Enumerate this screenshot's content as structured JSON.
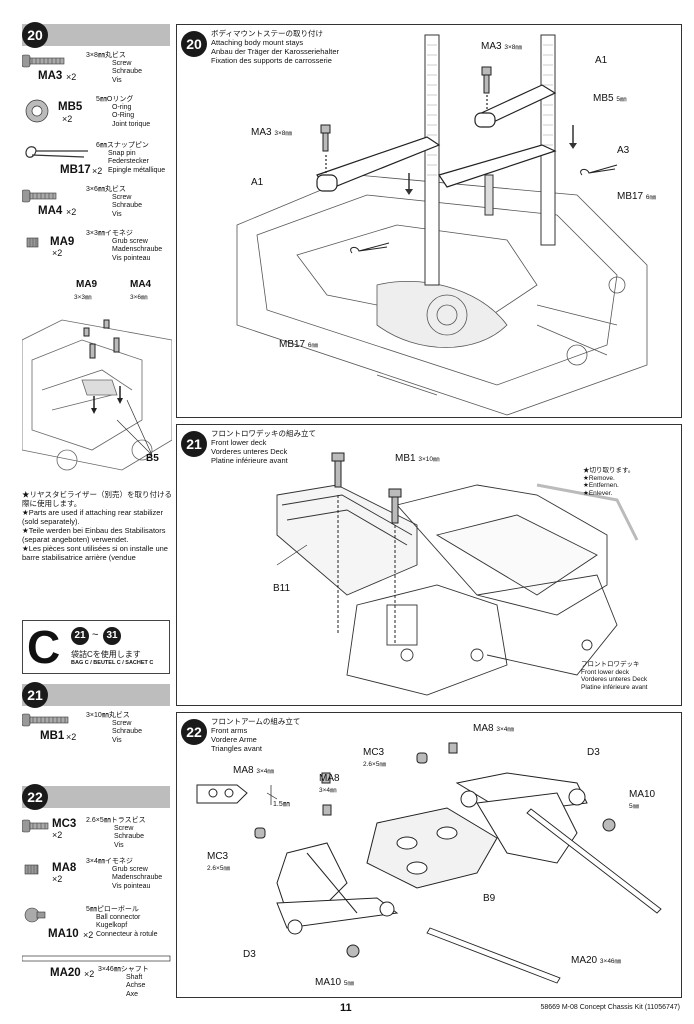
{
  "left": {
    "step20": {
      "num": "20",
      "parts": [
        {
          "code": "MA3",
          "qty": "×2",
          "desc": [
            "3×8㎜丸ビス",
            "Screw",
            "Schraube",
            "Vis"
          ],
          "icon": "screw-icon"
        },
        {
          "code": "MB5",
          "qty": "×2",
          "desc": [
            "5㎜Oリング",
            "O-ring",
            "O-Ring",
            "Joint torique"
          ],
          "icon": "o-ring-icon"
        },
        {
          "code": "MB17",
          "qty": "×2",
          "desc": [
            "6㎜スナップピン",
            "Snap pin",
            "Federstecker",
            "Epingle métallique"
          ],
          "icon": "snap-pin-icon"
        },
        {
          "code": "MA4",
          "qty": "×2",
          "desc": [
            "3×6㎜丸ビス",
            "Screw",
            "Schraube",
            "Vis"
          ],
          "icon": "screw-icon"
        },
        {
          "code": "MA9",
          "qty": "×2",
          "desc": [
            "3×3㎜イモネジ",
            "Grub screw",
            "Madenschraube",
            "Vis pointeau"
          ],
          "icon": "grub-screw-icon"
        }
      ],
      "diagram_labels": {
        "ma9": "MA9",
        "ma9_size": "3×3㎜",
        "ma4": "MA4",
        "ma4_size": "3×6㎜",
        "b5": "B5"
      },
      "note": [
        "★リヤスタビライザー（別売）を取り付ける際に使用します。",
        "★Parts are used if attaching rear stabilizer (sold separately).",
        "★Teile werden bei Einbau des Stabilisators (separat angeboten) verwendet.",
        "★Les pièces sont utilisées si on installe une barre stabilisatrice arrière (vendue"
      ]
    },
    "bag": {
      "letter": "C",
      "from": "21",
      "to": "31",
      "jp": "袋詰Cを使用します",
      "en": "BAG C / BEUTEL C / SACHET C"
    },
    "step21": {
      "num": "21",
      "parts": [
        {
          "code": "MB1",
          "qty": "×2",
          "desc": [
            "3×10㎜丸ビス",
            "Screw",
            "Schraube",
            "Vis"
          ],
          "icon": "screw-icon"
        }
      ]
    },
    "step22": {
      "num": "22",
      "parts": [
        {
          "code": "MC3",
          "qty": "×2",
          "desc": [
            "2.6×5㎜トラスビス",
            "Screw",
            "Schraube",
            "Vis"
          ],
          "icon": "screw-icon"
        },
        {
          "code": "MA8",
          "qty": "×2",
          "desc": [
            "3×4㎜イモネジ",
            "Grub screw",
            "Madenschraube",
            "Vis pointeau"
          ],
          "icon": "grub-screw-icon"
        },
        {
          "code": "MA10",
          "qty": "×2",
          "desc": [
            "5㎜ピローボール",
            "Ball connector",
            "Kugelkopf",
            "Connecteur à rotule"
          ],
          "icon": "ball-connector-icon"
        }
      ],
      "shaft": {
        "code": "MA20",
        "qty": "×2",
        "desc": [
          "3×46㎜シャフト",
          "Shaft",
          "Achse",
          "Axe"
        ]
      }
    }
  },
  "panels": {
    "p20": {
      "num": "20",
      "title": [
        "ボディマウントステーの取り付け",
        "Attaching body mount stays",
        "Anbau der Träger der Karosseriehalter",
        "Fixation des supports de carrosserie"
      ],
      "labels": {
        "ma3_top": "MA3",
        "ma3_top_size": "3×8㎜",
        "a1_top": "A1",
        "mb5": "MB5",
        "mb5_size": "5㎜",
        "a3": "A3",
        "ma3_left": "MA3",
        "ma3_left_size": "3×8㎜",
        "a1_left": "A1",
        "mb17_right": "MB17",
        "mb17_right_size": "6㎜",
        "mb17_bottom": "MB17",
        "mb17_bottom_size": "6㎜"
      }
    },
    "p21": {
      "num": "21",
      "title": [
        "フロントロワデッキの組み立て",
        "Front lower deck",
        "Vorderes unteres Deck",
        "Platine inférieure avant"
      ],
      "labels": {
        "mb1": "MB1",
        "mb1_size": "3×10㎜",
        "b11": "B11"
      },
      "cut_note": [
        "★切り取ります。",
        "★Remove.",
        "★Entfernen.",
        "★Enlever."
      ],
      "deck_note": [
        "フロントロワデッキ",
        "Front lower deck",
        "Vorderes unteres Deck",
        "Platine inférieure avant"
      ]
    },
    "p22": {
      "num": "22",
      "title": [
        "フロントアームの組み立て",
        "Front arms",
        "Vordere Arme",
        "Triangles avant"
      ],
      "labels": {
        "ma8_a": "MA8",
        "ma8_a_size": "3×4㎜",
        "ma8_b": "MA8",
        "ma8_b_size": "3×4㎜",
        "ma8_c": "MA8",
        "ma8_c_size": "3×4㎜",
        "mc3_a": "MC3",
        "mc3_a_size": "2.6×5㎜",
        "mc3_b": "MC3",
        "mc3_b_size": "2.6×5㎜",
        "d3_a": "D3",
        "d3_b": "D3",
        "ma10_a": "MA10",
        "ma10_a_size": "5㎜",
        "ma10_b": "MA10",
        "ma10_b_size": "5㎜",
        "b9": "B9",
        "ma20": "MA20",
        "ma20_size": "3×46㎜",
        "gap": "1.5㎜"
      }
    }
  },
  "footer": {
    "page": "11",
    "kit": "58669 M-08 Concept Chassis Kit (11056747)"
  }
}
